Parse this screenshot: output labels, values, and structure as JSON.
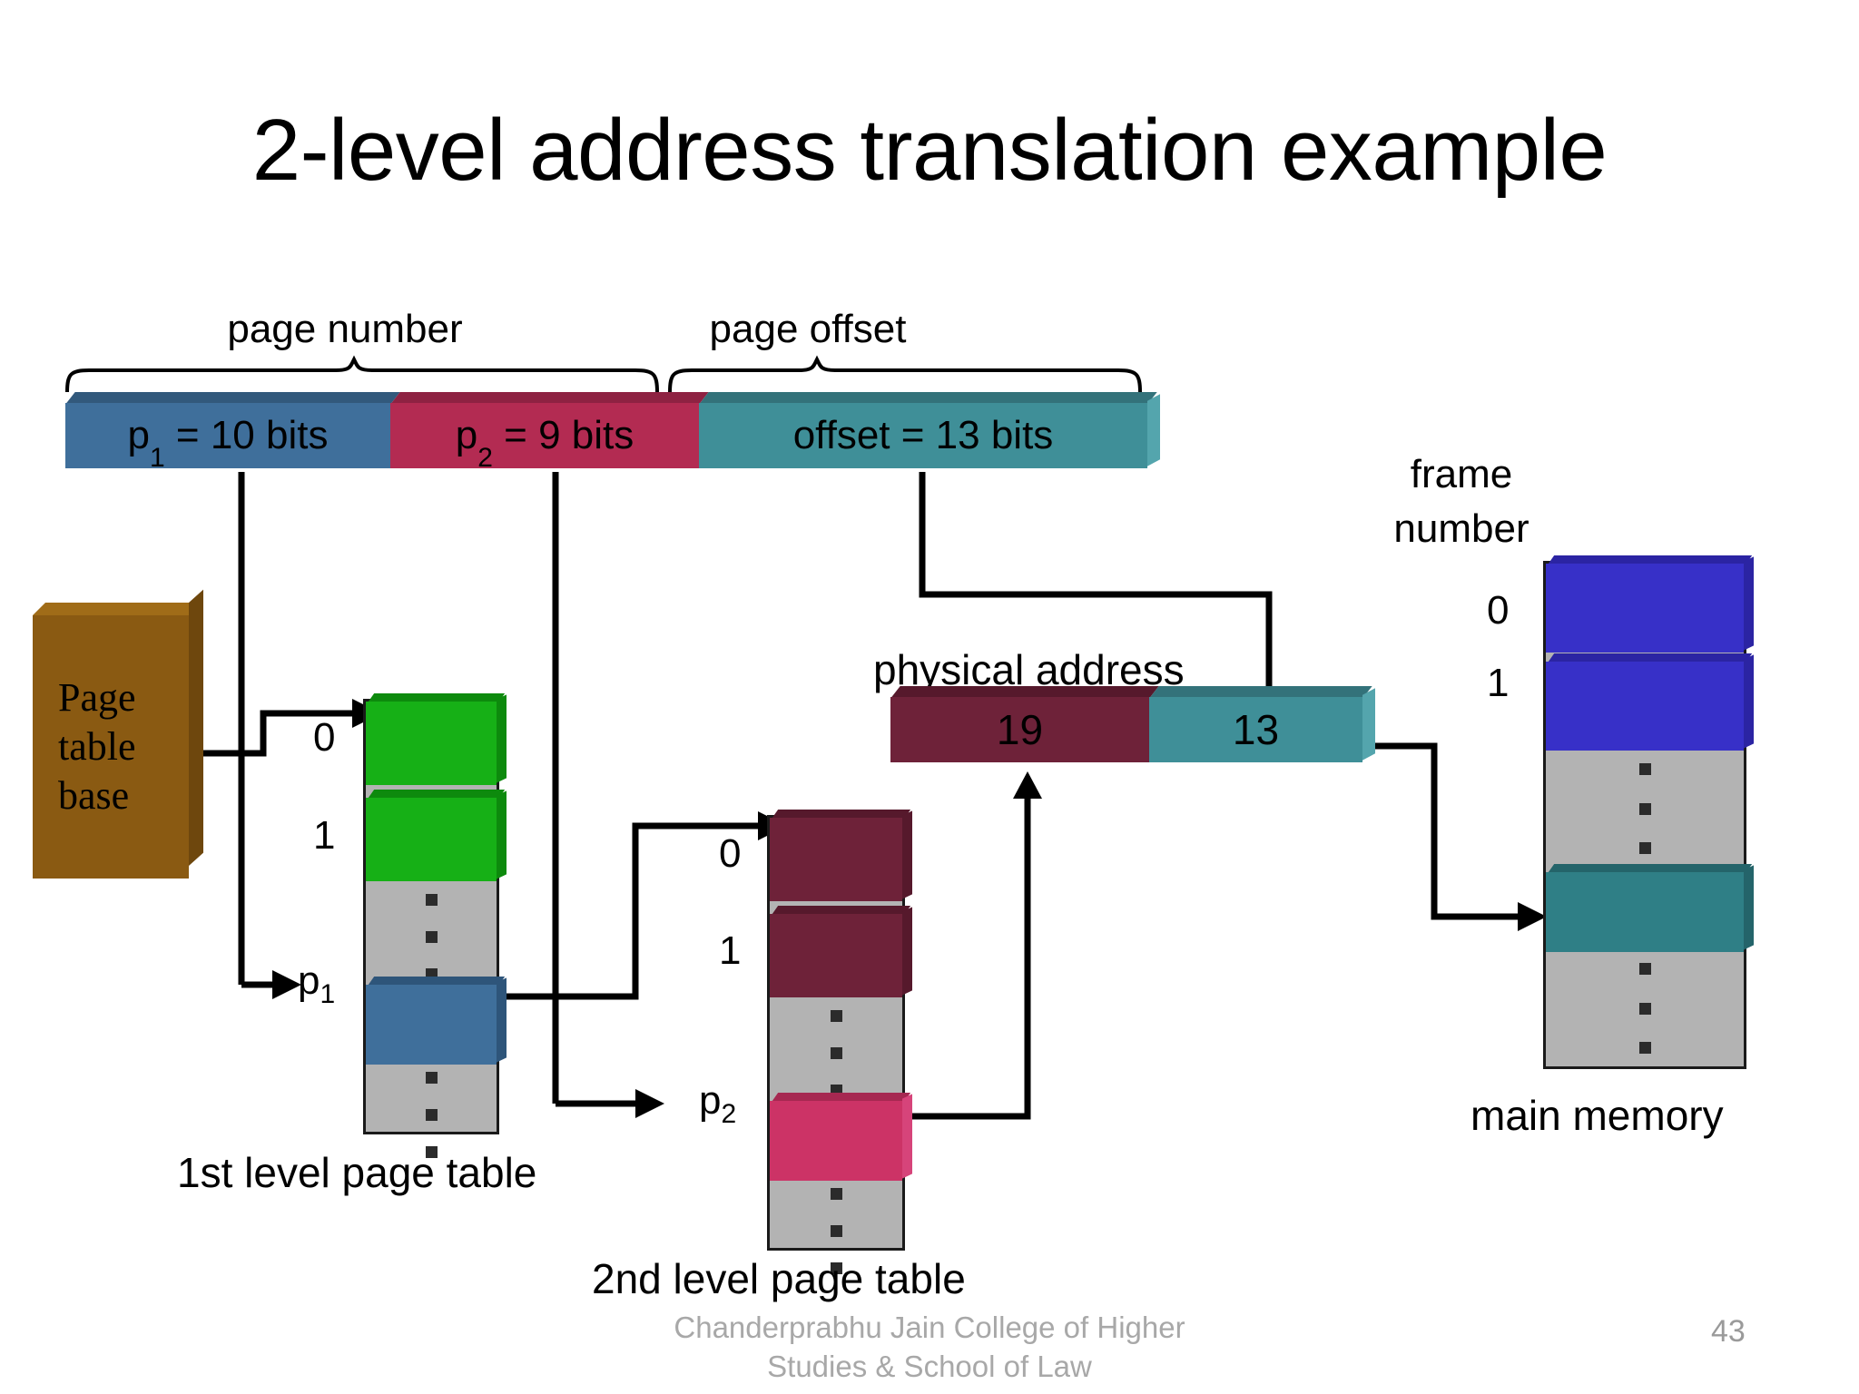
{
  "slide": {
    "title": "2-level address translation example",
    "page_number": "43",
    "footer_line1": "Chanderprabhu Jain College of Higher",
    "footer_line2": "Studies & School of Law"
  },
  "virtual_address": {
    "brace_labels": {
      "page_number": "page number",
      "page_offset": "page offset"
    },
    "segments": [
      {
        "name": "p1",
        "label_base": "p",
        "label_sub": "1",
        "label_rest": " = 10 bits",
        "full": "p1 = 10 bits",
        "color": "#3f6f9b",
        "bits": 10
      },
      {
        "name": "p2",
        "label_base": "p",
        "label_sub": "2",
        "label_rest": " = 9 bits",
        "full": "p2 = 9 bits",
        "color": "#b32b52",
        "bits": 9
      },
      {
        "name": "offset",
        "label_base": "offset",
        "label_sub": "",
        "label_rest": " = 13 bits",
        "full": "offset = 13 bits",
        "color": "#3f8f98",
        "bits": 13
      }
    ]
  },
  "page_table_base": {
    "line1": "Page",
    "line2": "table",
    "line3": "base",
    "color": "#8a5a12"
  },
  "first_level_table": {
    "caption": "1st level page table",
    "row_labels": {
      "row0": "0",
      "row1": "1",
      "row_p": "p",
      "row_p_sub": "1"
    },
    "cells": [
      {
        "index": "0",
        "type": "entry",
        "color": "#16b016"
      },
      {
        "index": "1",
        "type": "entry",
        "color": "#16b016"
      },
      {
        "index": "",
        "type": "ellipsis",
        "color": "#b3b3b3"
      },
      {
        "index": "p1",
        "type": "entry",
        "color": "#3f6f9b"
      },
      {
        "index": "",
        "type": "ellipsis",
        "color": "#b3b3b3"
      }
    ]
  },
  "second_level_table": {
    "caption": "2nd level page table",
    "row_labels": {
      "row0": "0",
      "row1": "1",
      "row_p": "p",
      "row_p_sub": "2"
    },
    "cells": [
      {
        "index": "0",
        "type": "entry",
        "color": "#6e2239"
      },
      {
        "index": "1",
        "type": "entry",
        "color": "#6e2239"
      },
      {
        "index": "",
        "type": "ellipsis",
        "color": "#b3b3b3"
      },
      {
        "index": "p2",
        "type": "entry",
        "color": "#cc3366"
      },
      {
        "index": "",
        "type": "ellipsis",
        "color": "#b3b3b3"
      }
    ]
  },
  "physical_address": {
    "label": "physical address",
    "segments": [
      {
        "name": "frame",
        "value": "19",
        "color": "#6e2239"
      },
      {
        "name": "offset",
        "value": "13",
        "color": "#3f8f98"
      }
    ]
  },
  "main_memory": {
    "caption": "main memory",
    "frame_number_label_line1": "frame",
    "frame_number_label_line2": "number",
    "row_labels": {
      "row0": "0",
      "row1": "1"
    },
    "cells": [
      {
        "index": "0",
        "type": "frame",
        "color": "#3730c8"
      },
      {
        "index": "1",
        "type": "frame",
        "color": "#3730c8"
      },
      {
        "index": "",
        "type": "ellipsis",
        "color": "#b3b3b3"
      },
      {
        "index": "",
        "type": "frame",
        "color": "#2f7f86"
      },
      {
        "index": "",
        "type": "ellipsis",
        "color": "#b3b3b3"
      }
    ]
  }
}
